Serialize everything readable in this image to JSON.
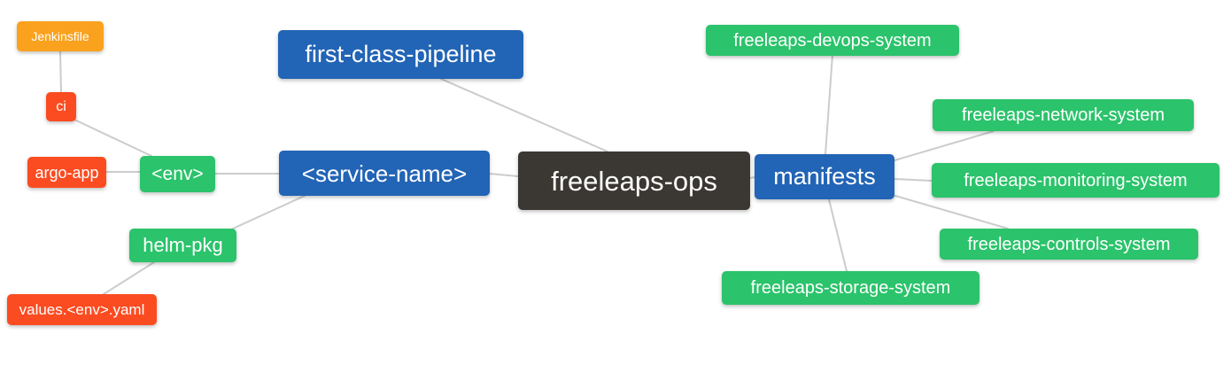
{
  "diagram": {
    "type": "mindmap",
    "root_label": "freeleaps-ops"
  },
  "palette": {
    "root_node": "#3b3733",
    "branch_node": "#2264b5",
    "leaf_green": "#2bc36b",
    "leaf_red": "#fb4b21",
    "leaf_orange": "#faa21e",
    "edge_line": "#cccccc",
    "node_text": "#ffffff",
    "background": "#ffffff"
  },
  "nodes": {
    "freeleaps_ops": {
      "label": "freeleaps-ops",
      "color": "dark"
    },
    "first_class_pipeline": {
      "label": "first-class-pipeline",
      "color": "blue"
    },
    "service_name": {
      "label": "<service-name>",
      "color": "blue"
    },
    "manifests": {
      "label": "manifests",
      "color": "blue"
    },
    "env": {
      "label": "<env>",
      "color": "green"
    },
    "helm_pkg": {
      "label": "helm-pkg",
      "color": "green"
    },
    "ci": {
      "label": "ci",
      "color": "red"
    },
    "argo_app": {
      "label": "argo-app",
      "color": "red"
    },
    "jenkinsfile": {
      "label": "Jenkinsfile",
      "color": "orange"
    },
    "values_env_yaml": {
      "label": "values.<env>.yaml",
      "color": "red"
    },
    "devops_system": {
      "label": "freeleaps-devops-system",
      "color": "green"
    },
    "network_system": {
      "label": "freeleaps-network-system",
      "color": "green"
    },
    "monitoring_system": {
      "label": "freeleaps-monitoring-system",
      "color": "green"
    },
    "controls_system": {
      "label": "freeleaps-controls-system",
      "color": "green"
    },
    "storage_system": {
      "label": "freeleaps-storage-system",
      "color": "green"
    }
  },
  "edges": [
    [
      "jenkinsfile",
      "ci"
    ],
    [
      "ci",
      "env"
    ],
    [
      "argo_app",
      "env"
    ],
    [
      "env",
      "service_name"
    ],
    [
      "helm_pkg",
      "service_name"
    ],
    [
      "values_env_yaml",
      "helm_pkg"
    ],
    [
      "first_class_pipeline",
      "freeleaps_ops"
    ],
    [
      "service_name",
      "freeleaps_ops"
    ],
    [
      "freeleaps_ops",
      "manifests"
    ],
    [
      "manifests",
      "devops_system"
    ],
    [
      "manifests",
      "network_system"
    ],
    [
      "manifests",
      "monitoring_system"
    ],
    [
      "manifests",
      "controls_system"
    ],
    [
      "manifests",
      "storage_system"
    ]
  ]
}
